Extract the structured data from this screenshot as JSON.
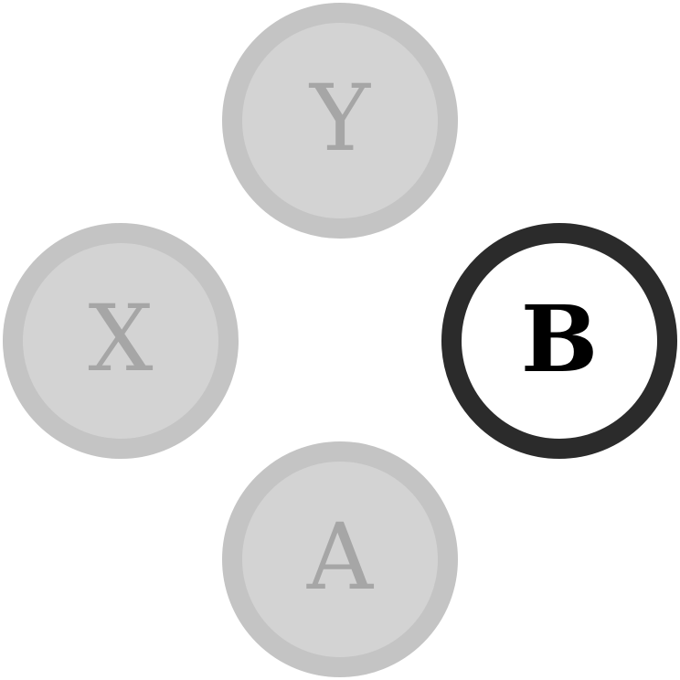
{
  "face_buttons": {
    "y": {
      "label": "Y",
      "state": "inactive"
    },
    "x": {
      "label": "X",
      "state": "inactive"
    },
    "b": {
      "label": "B",
      "state": "active"
    },
    "a": {
      "label": "A",
      "state": "inactive"
    }
  },
  "colors": {
    "inactive_fill": "#d3d3d3",
    "inactive_ring": "#c4c4c4",
    "inactive_text": "#a6a6a6",
    "active_fill": "#ffffff",
    "active_ring": "#2b2b2b",
    "active_text": "#000000"
  }
}
